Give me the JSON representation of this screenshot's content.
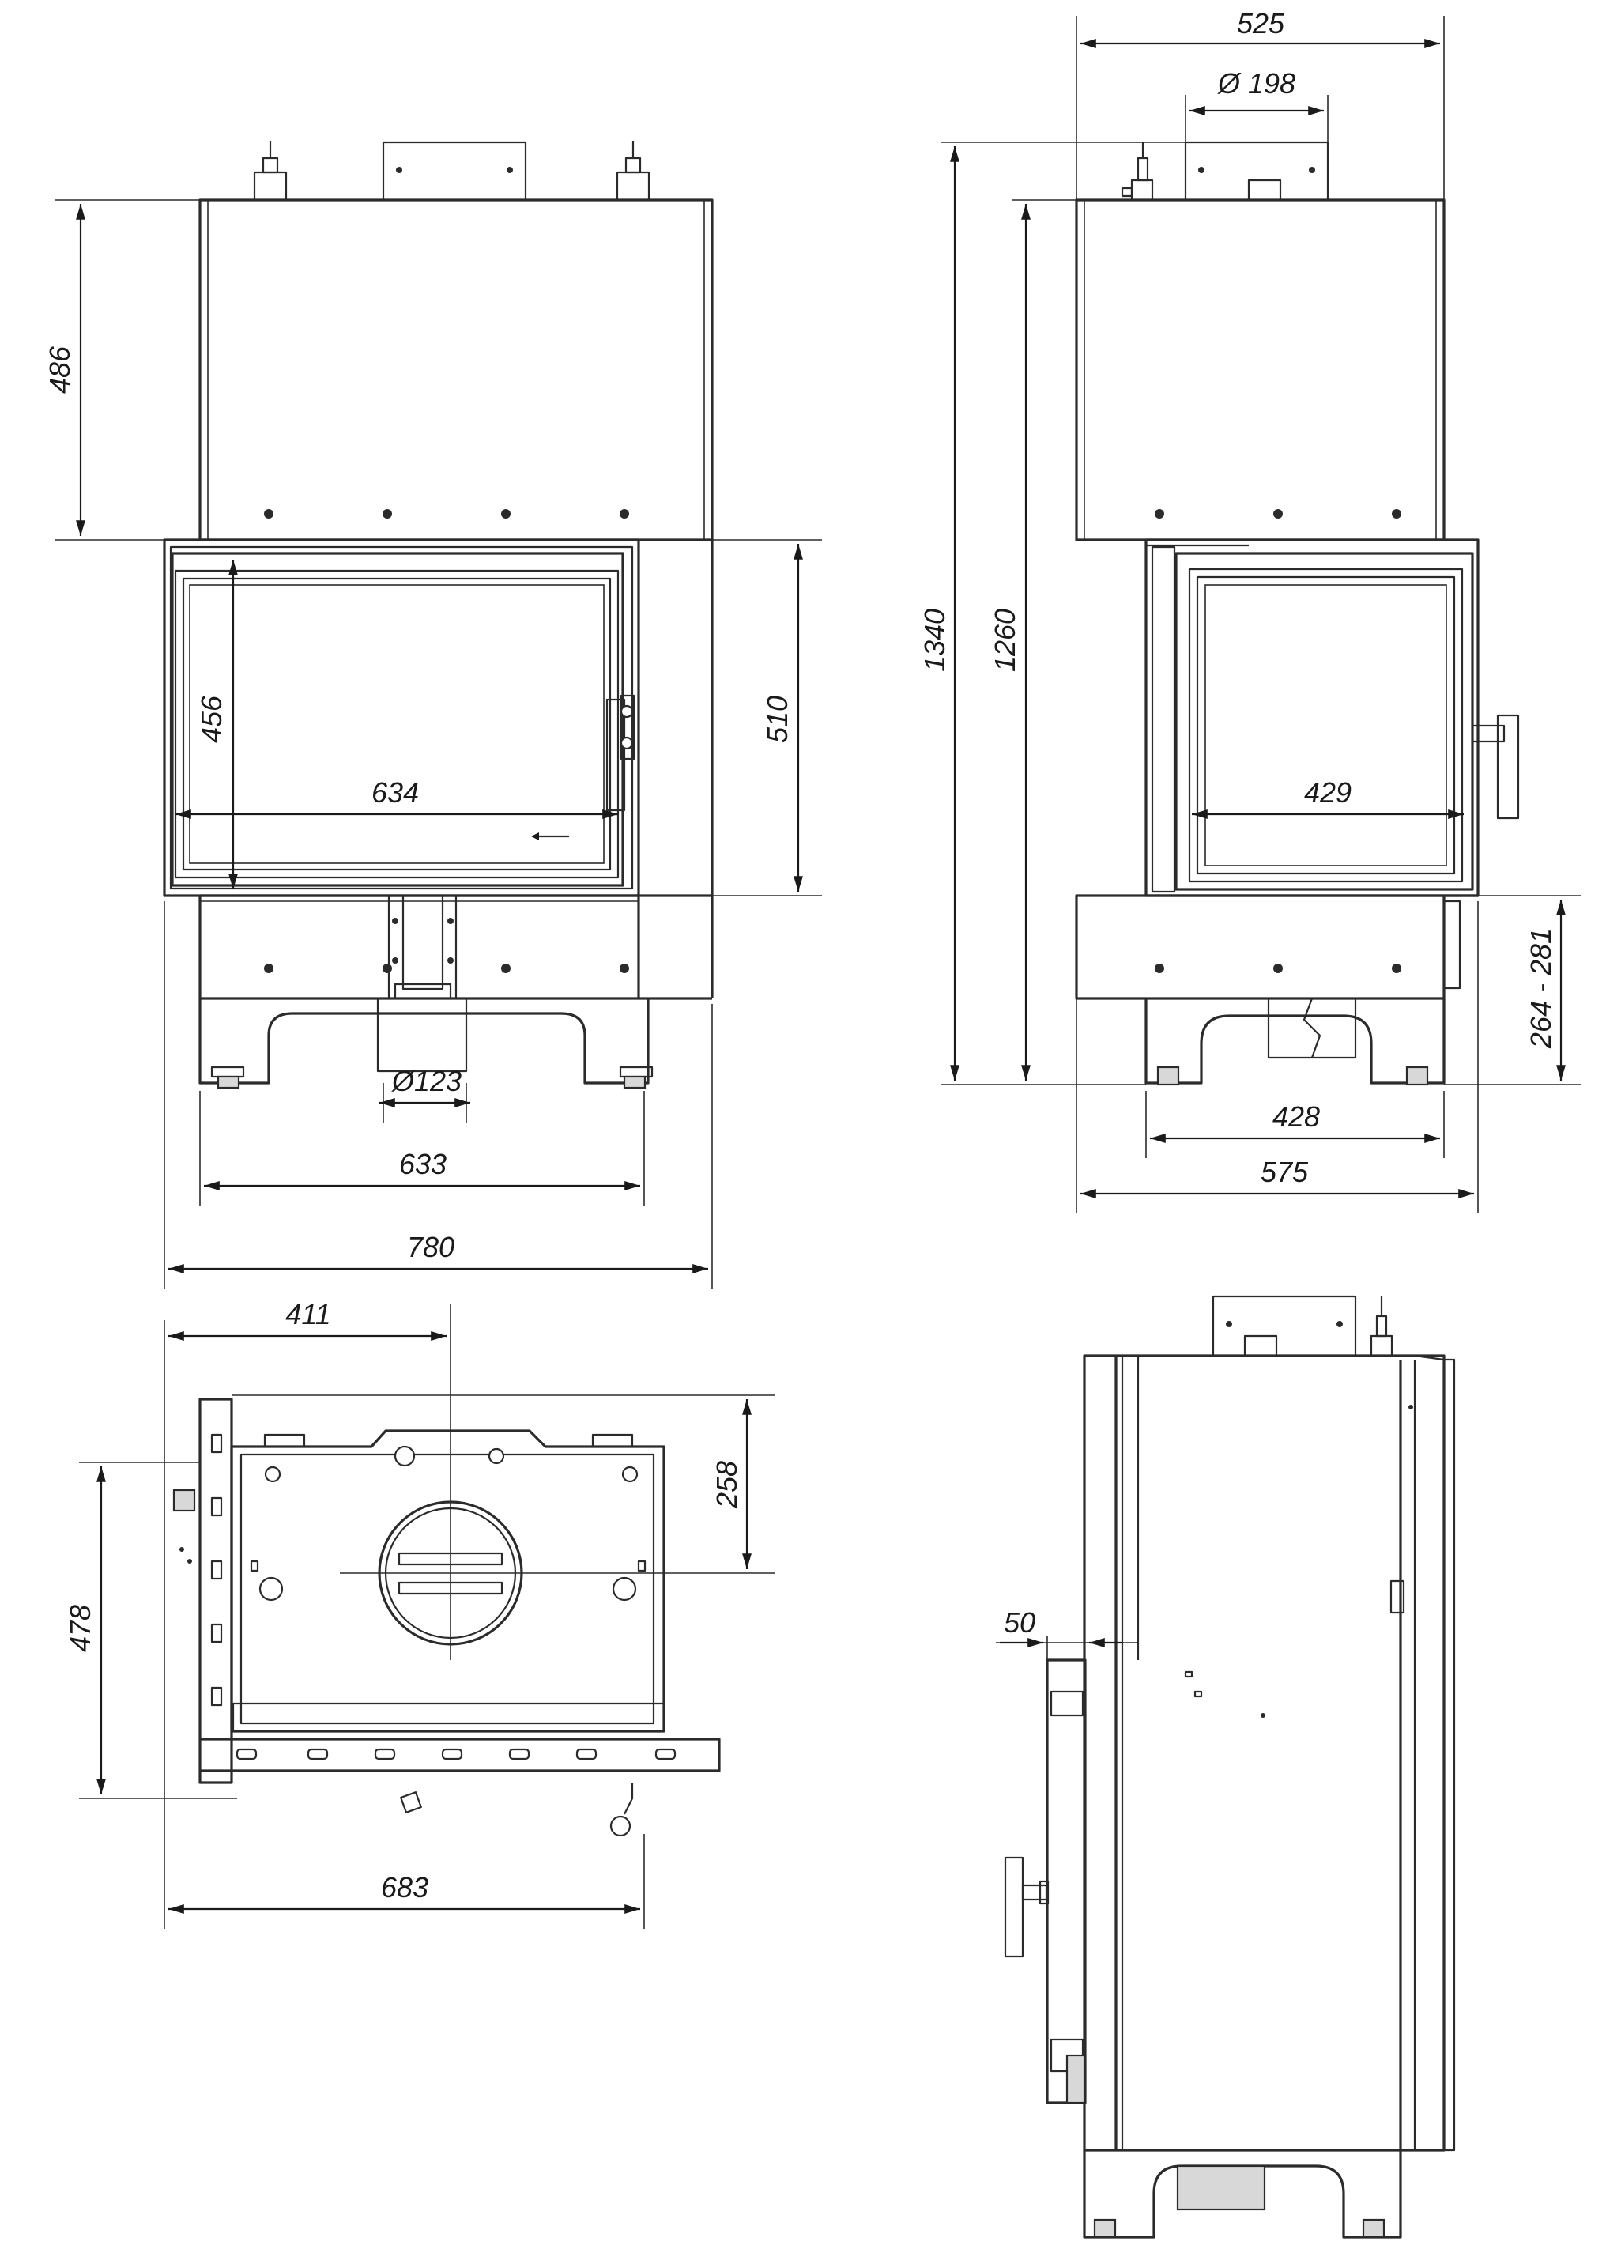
{
  "front_view": {
    "height_top": "486",
    "door_height": "510",
    "glass_height": "456",
    "glass_width": "634",
    "flue_bottom": "Ø123",
    "feet_width": "633",
    "total_width": "780"
  },
  "side_view": {
    "depth_top": "525",
    "flue_top": "Ø 198",
    "total_height": "1340",
    "body_height": "1260",
    "glass_width": "429",
    "base_height": "264 - 281",
    "feet_depth": "428",
    "total_depth": "575"
  },
  "top_view": {
    "flue_offset_x": "411",
    "flue_offset_y": "258",
    "depth": "478",
    "width": "683"
  },
  "rear_side_view": {
    "door_offset": "50"
  }
}
